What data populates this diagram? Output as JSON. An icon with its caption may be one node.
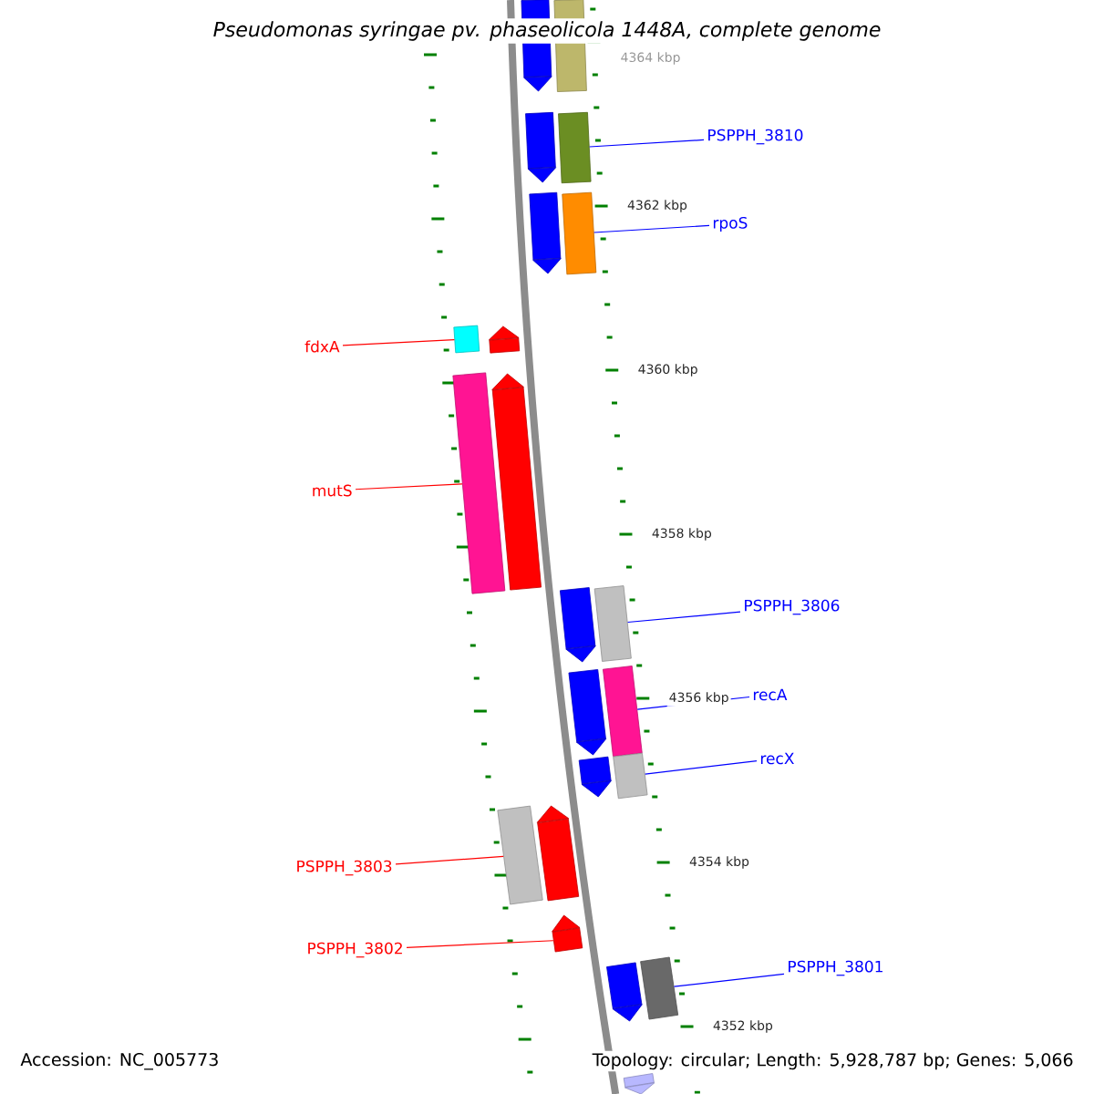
{
  "diagram": {
    "title": "Pseudomonas syringae pv. phaseolicola 1448A, complete genome",
    "nodes": [
      {
        "text": [
          "PSPPH_3810"
        ]
      },
      {
        "text": [
          "rpoS"
        ]
      },
      {
        "text": [
          "fdxA"
        ]
      },
      {
        "text": [
          "mutS"
        ]
      },
      {
        "text": [
          "PSPPH_3806"
        ]
      },
      {
        "text": [
          "recA"
        ]
      },
      {
        "text": [
          "recX"
        ]
      },
      {
        "text": [
          "PSPPH_3803"
        ]
      },
      {
        "text": [
          "PSPPH_3802"
        ]
      },
      {
        "text": [
          "PSPPH_3801"
        ]
      },
      {
        "text": [],
        "shape": "pentagon"
      },
      {
        "text": [],
        "shape": "box"
      },
      {
        "text": [],
        "shape": "pentagon"
      },
      {
        "text": [],
        "shape": "box"
      },
      {
        "text": [],
        "shape": "pentagon"
      },
      {
        "text": [],
        "shape": "box"
      },
      {
        "text": [],
        "shape": "box"
      },
      {
        "text": [],
        "shape": "pentagon"
      },
      {
        "text": [],
        "shape": "box"
      },
      {
        "text": [],
        "shape": "pentagon"
      },
      {
        "text": [],
        "shape": "pentagon"
      },
      {
        "text": [],
        "shape": "box"
      },
      {
        "text": [],
        "shape": "pentagon"
      },
      {
        "text": [],
        "shape": "box"
      },
      {
        "text": [],
        "shape": "pentagon"
      },
      {
        "text": [],
        "shape": "box"
      },
      {
        "text": [],
        "shape": "box"
      },
      {
        "text": [],
        "shape": "pentagon"
      },
      {
        "text": [],
        "shape": "pentagon"
      },
      {
        "text": [],
        "shape": "pentagon"
      },
      {
        "text": [],
        "shape": "box"
      },
      {
        "text": [],
        "shape": "pentagon"
      }
    ],
    "edges": [
      {
        "from": 0,
        "to": 13,
        "arrow": "none",
        "color": "#0000ff"
      },
      {
        "from": 1,
        "to": 15,
        "arrow": "none",
        "color": "#0000ff"
      },
      {
        "from": 2,
        "to": 16,
        "arrow": "none",
        "color": "#ff0000"
      },
      {
        "from": 3,
        "to": 18,
        "arrow": "none",
        "color": "#ff0000"
      },
      {
        "from": 4,
        "to": 21,
        "arrow": "none",
        "color": "#0000ff"
      },
      {
        "from": 5,
        "to": 23,
        "arrow": "none",
        "color": "#0000ff"
      },
      {
        "from": 6,
        "to": 25,
        "arrow": "none",
        "color": "#0000ff"
      },
      {
        "from": 7,
        "to": 26,
        "arrow": "none",
        "color": "#ff0000"
      },
      {
        "from": 8,
        "to": 28,
        "arrow": "none",
        "color": "#ff0000"
      },
      {
        "from": 9,
        "to": 30,
        "arrow": "none",
        "color": "#0000ff"
      }
    ],
    "labels": [
      "4364 kbp",
      "4362 kbp",
      "4360 kbp",
      "4358 kbp",
      "4356 kbp",
      "4354 kbp",
      "4352 kbp",
      "Accession: NC_005773",
      "Topology: circular; Length: 5,928,787 bp; Genes: 5,066"
    ]
  }
}
